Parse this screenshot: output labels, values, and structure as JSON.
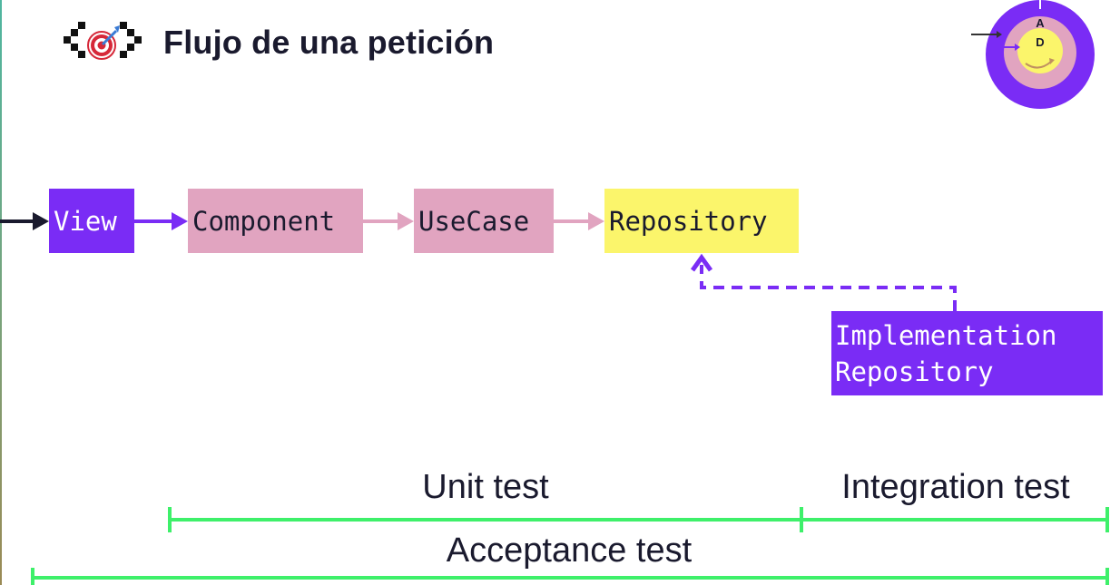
{
  "slide": {
    "title": "Flujo de una petición"
  },
  "badge": {
    "outer_letter": "A",
    "inner_letter": "D",
    "colors": {
      "outer": "#7a2cf5",
      "middle": "#e1a4c0",
      "inner": "#fbf56b"
    }
  },
  "flow": {
    "boxes": [
      {
        "label": "View",
        "color": "#7a2cf5"
      },
      {
        "label": "Component",
        "color": "#e1a4c0"
      },
      {
        "label": "UseCase",
        "color": "#e1a4c0"
      },
      {
        "label": "Repository",
        "color": "#fbf56b"
      }
    ],
    "implementation": {
      "line1": "Implementation",
      "line2": "Repository",
      "color": "#7a2cf5"
    }
  },
  "tests": {
    "unit": "Unit test",
    "integration": "Integration test",
    "acceptance": "Acceptance test",
    "bracket_color": "#3ef06a"
  }
}
